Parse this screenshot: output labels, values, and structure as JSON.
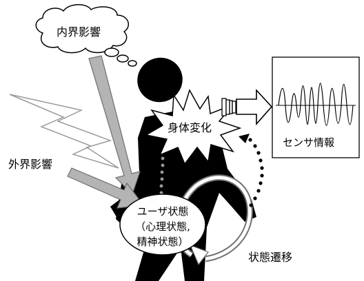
{
  "labels": {
    "internal_influence": "内界影響",
    "external_influence": "外界影響",
    "body_change": "身体変化",
    "sensor_info": "センサ情報",
    "user_state_line1": "ユーザ状態",
    "user_state_line2": "（心理状態,",
    "user_state_line3": "精神状態）",
    "state_transition": "状態遷移"
  },
  "colors": {
    "figure": "#000000",
    "gray_arrow": "#b4b4b4",
    "arrow_outline": "#6e6e6e",
    "background": "#ffffff"
  },
  "icons": {
    "thought_cloud": "thought-bubble",
    "lightning": "lightning-bolt",
    "starburst": "explosion-burst",
    "sensor_connector": "sensor-plug",
    "waveform": "oscillating-signal"
  }
}
